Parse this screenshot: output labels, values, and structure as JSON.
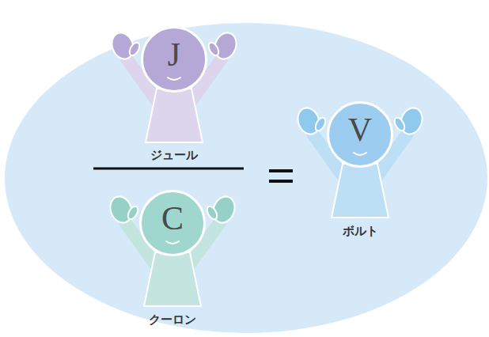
{
  "diagram": {
    "nodes": [
      {
        "text": [
          "J"
        ]
      },
      {
        "text": [
          "C"
        ]
      },
      {
        "text": [
          "V"
        ]
      }
    ],
    "labels": [
      "ジュール",
      "クーロン",
      "ボルト"
    ]
  }
}
